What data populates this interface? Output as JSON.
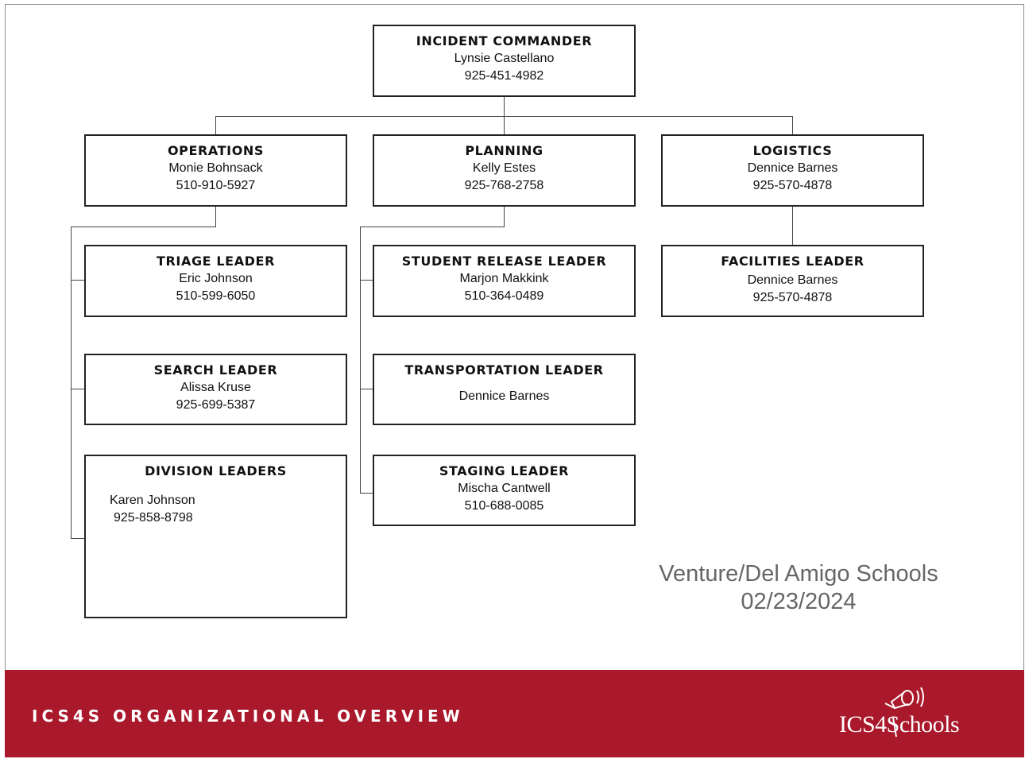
{
  "org_chart": {
    "incident_commander": {
      "role": "INCIDENT COMMANDER",
      "name": "Lynsie Castellano",
      "phone": "925-451-4982"
    },
    "operations": {
      "role": "OPERATIONS",
      "name": "Monie Bohnsack",
      "phone": "510-910-5927"
    },
    "planning": {
      "role": "PLANNING",
      "name": "Kelly Estes",
      "phone": "925-768-2758"
    },
    "logistics": {
      "role": "LOGISTICS",
      "name": "Dennice Barnes",
      "phone": "925-570-4878"
    },
    "triage_leader": {
      "role": "TRIAGE LEADER",
      "name": "Eric Johnson",
      "phone": "510-599-6050"
    },
    "search_leader": {
      "role": "SEARCH LEADER",
      "name": "Alissa Kruse",
      "phone": "925-699-5387"
    },
    "division_leaders": {
      "role": "DIVISION LEADERS",
      "name": "Karen Johnson",
      "phone": "925-858-8798"
    },
    "student_release_leader": {
      "role": "STUDENT RELEASE LEADER",
      "name": "Marjon Makkink",
      "phone": "510-364-0489"
    },
    "transportation_leader": {
      "role": "TRANSPORTATION LEADER",
      "name": "Dennice Barnes"
    },
    "staging_leader": {
      "role": "STAGING LEADER",
      "name": "Mischa Cantwell",
      "phone": "510-688-0085"
    },
    "facilities_leader": {
      "role": "FACILITIES LEADER",
      "name": "Dennice Barnes",
      "phone": "925-570-4878"
    }
  },
  "school": {
    "name": "Venture/Del Amigo Schools",
    "date": "02/23/2024"
  },
  "footer": {
    "title": "ICS4S ORGANIZATIONAL OVERVIEW",
    "logo_text": "ICS4Schools",
    "background_color": "#a9192b",
    "logo_icon": "megaphone-icon"
  }
}
